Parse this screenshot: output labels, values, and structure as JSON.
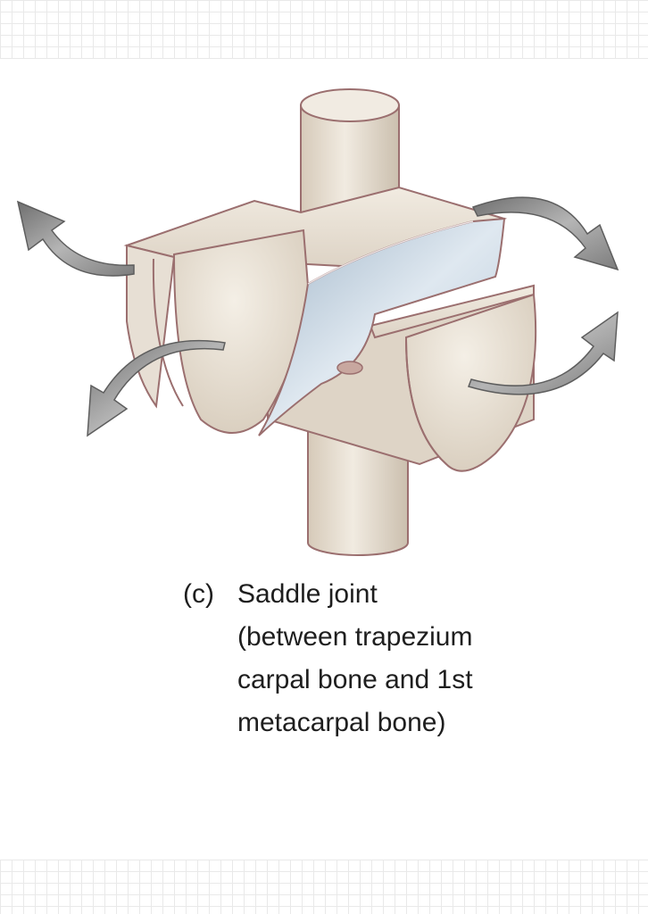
{
  "caption": {
    "tag": "(c)",
    "lines": [
      "Saddle joint",
      "(between trapezium",
      "carpal bone and 1st",
      "metacarpal bone)"
    ]
  },
  "colors": {
    "bone": "#e6ddd1",
    "bone_outline": "#9b6f6f",
    "cartilage": "#c3d4e3",
    "arrow": "#8e8e8e",
    "caption_text": "#1e1e1e"
  },
  "icons": [
    "movement-arrow-icon"
  ]
}
